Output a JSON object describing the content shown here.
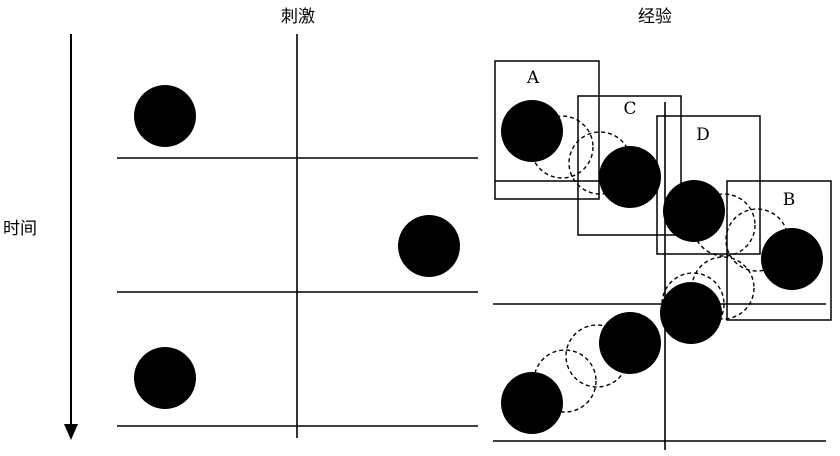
{
  "headers": {
    "stimulus": "刺激",
    "experience": "经验"
  },
  "axis": {
    "time_label": "时间"
  },
  "boxes": {
    "a": "A",
    "b": "B",
    "c": "C",
    "d": "D"
  }
}
